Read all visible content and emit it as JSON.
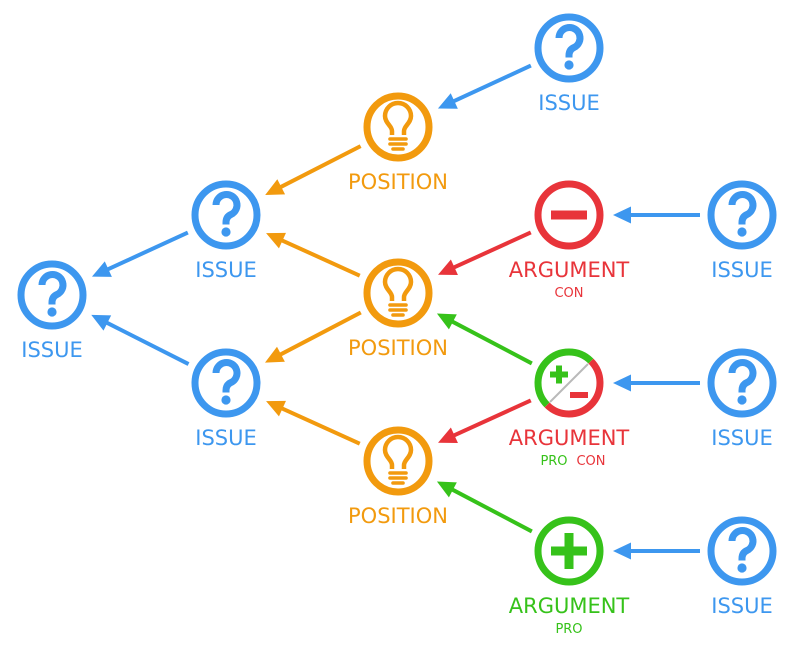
{
  "colors": {
    "issue": "#3d97ef",
    "position": "#f29a0e",
    "con": "#e8343a",
    "pro": "#36c21a"
  },
  "nodes": [
    {
      "id": "issue-root",
      "type": "issue",
      "label": "ISSUE",
      "icon": "question-icon"
    },
    {
      "id": "issue-upper",
      "type": "issue",
      "label": "ISSUE",
      "icon": "question-icon"
    },
    {
      "id": "issue-lower",
      "type": "issue",
      "label": "ISSUE",
      "icon": "question-icon"
    },
    {
      "id": "position-top",
      "type": "position",
      "label": "POSITION",
      "icon": "lightbulb-icon"
    },
    {
      "id": "position-middle",
      "type": "position",
      "label": "POSITION",
      "icon": "lightbulb-icon"
    },
    {
      "id": "position-bottom",
      "type": "position",
      "label": "POSITION",
      "icon": "lightbulb-icon"
    },
    {
      "id": "issue-top-right",
      "type": "issue",
      "label": "ISSUE",
      "icon": "question-icon"
    },
    {
      "id": "argument-con",
      "type": "con",
      "label": "ARGUMENT",
      "sub": [
        "CON"
      ],
      "icon": "minus-icon"
    },
    {
      "id": "argument-procon",
      "type": "procon",
      "label": "ARGUMENT",
      "sub": [
        "PRO",
        "CON"
      ],
      "icon": "plus-minus-icon"
    },
    {
      "id": "argument-pro",
      "type": "pro",
      "label": "ARGUMENT",
      "sub": [
        "PRO"
      ],
      "icon": "plus-icon"
    },
    {
      "id": "issue-right-1",
      "type": "issue",
      "label": "ISSUE",
      "icon": "question-icon"
    },
    {
      "id": "issue-right-2",
      "type": "issue",
      "label": "ISSUE",
      "icon": "question-icon"
    },
    {
      "id": "issue-right-3",
      "type": "issue",
      "label": "ISSUE",
      "icon": "question-icon"
    }
  ],
  "edges": [
    {
      "from": "issue-upper",
      "to": "issue-root",
      "type": "issue"
    },
    {
      "from": "issue-lower",
      "to": "issue-root",
      "type": "issue"
    },
    {
      "from": "position-top",
      "to": "issue-upper",
      "type": "position"
    },
    {
      "from": "position-middle",
      "to": "issue-upper",
      "type": "position"
    },
    {
      "from": "position-middle",
      "to": "issue-lower",
      "type": "position"
    },
    {
      "from": "position-bottom",
      "to": "issue-lower",
      "type": "position"
    },
    {
      "from": "issue-top-right",
      "to": "position-top",
      "type": "issue"
    },
    {
      "from": "argument-con",
      "to": "position-middle",
      "type": "con"
    },
    {
      "from": "argument-procon",
      "to": "position-middle",
      "type": "pro"
    },
    {
      "from": "argument-procon",
      "to": "position-bottom",
      "type": "con"
    },
    {
      "from": "argument-pro",
      "to": "position-bottom",
      "type": "pro"
    },
    {
      "from": "issue-right-1",
      "to": "argument-con",
      "type": "issue"
    },
    {
      "from": "issue-right-2",
      "to": "argument-procon",
      "type": "issue"
    },
    {
      "from": "issue-right-3",
      "to": "argument-pro",
      "type": "issue"
    }
  ]
}
